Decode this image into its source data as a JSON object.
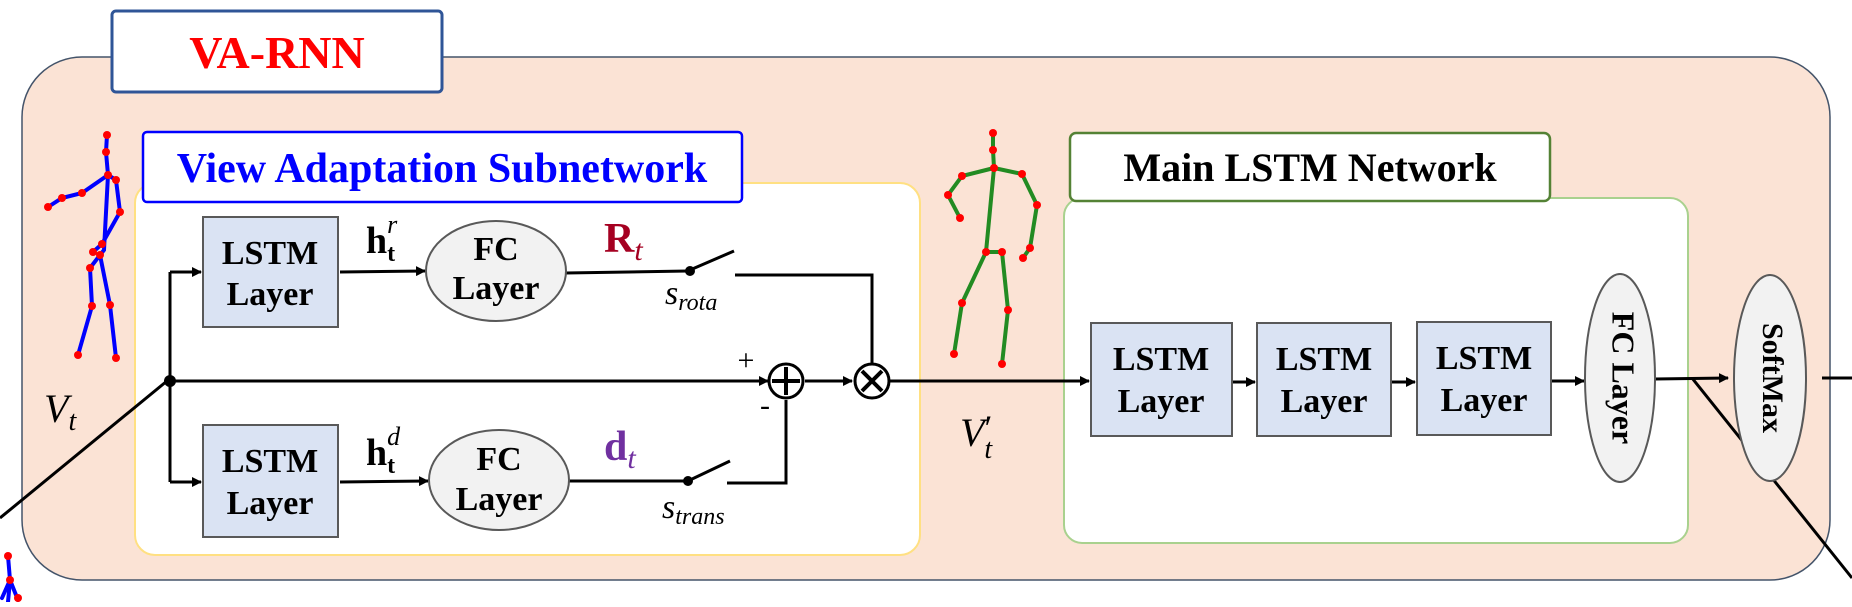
{
  "diagram": {
    "title": "VA-RNN",
    "subnetwork_title": "View Adaptation Subnetwork",
    "main_title": "Main LSTM Network",
    "va_lstm_top": [
      "LSTM",
      "Layer"
    ],
    "va_lstm_bottom": [
      "LSTM",
      "Layer"
    ],
    "va_fc_top": [
      "FC",
      "Layer"
    ],
    "va_fc_bottom": [
      "FC",
      "Layer"
    ],
    "h_r": {
      "base": "h",
      "sub": "t",
      "sup": "r"
    },
    "h_d": {
      "base": "h",
      "sub": "t",
      "sup": "d"
    },
    "R_t": {
      "base": "R",
      "sub": "t"
    },
    "d_t": {
      "base": "d",
      "sub": "t"
    },
    "s_rota": {
      "base": "s",
      "sub": "rota"
    },
    "s_trans": {
      "base": "s",
      "sub": "trans"
    },
    "plus_sign": "+",
    "minus_sign": "-",
    "V_t": {
      "base": "V",
      "sub": "t"
    },
    "V_t_prime": {
      "base": "V",
      "prime": "′",
      "sub": "t"
    },
    "main_lstm_1": [
      "LSTM",
      "Layer"
    ],
    "main_lstm_2": [
      "LSTM",
      "Layer"
    ],
    "main_lstm_3": [
      "LSTM",
      "Layer"
    ],
    "main_fc": "FC Layer",
    "softmax": "SoftMax",
    "colors": {
      "outer_fill": "#fbe3d5",
      "outer_stroke": "#44546a",
      "title_red": "#ff0000",
      "title_box_stroke": "#2f5597",
      "sub_title_blue": "#0000ff",
      "sub_box_stroke": "#ffe082",
      "main_box_stroke": "#a9d18e",
      "main_title_stroke": "#548235",
      "lstm_fill": "#dae3f3",
      "fc_fill": "#f2f2f2",
      "R_color": "#a50021",
      "d_color": "#7030a0",
      "skeleton_blue": "#0000ff",
      "skeleton_green": "#228b22",
      "joint_red": "#ff0000"
    }
  }
}
